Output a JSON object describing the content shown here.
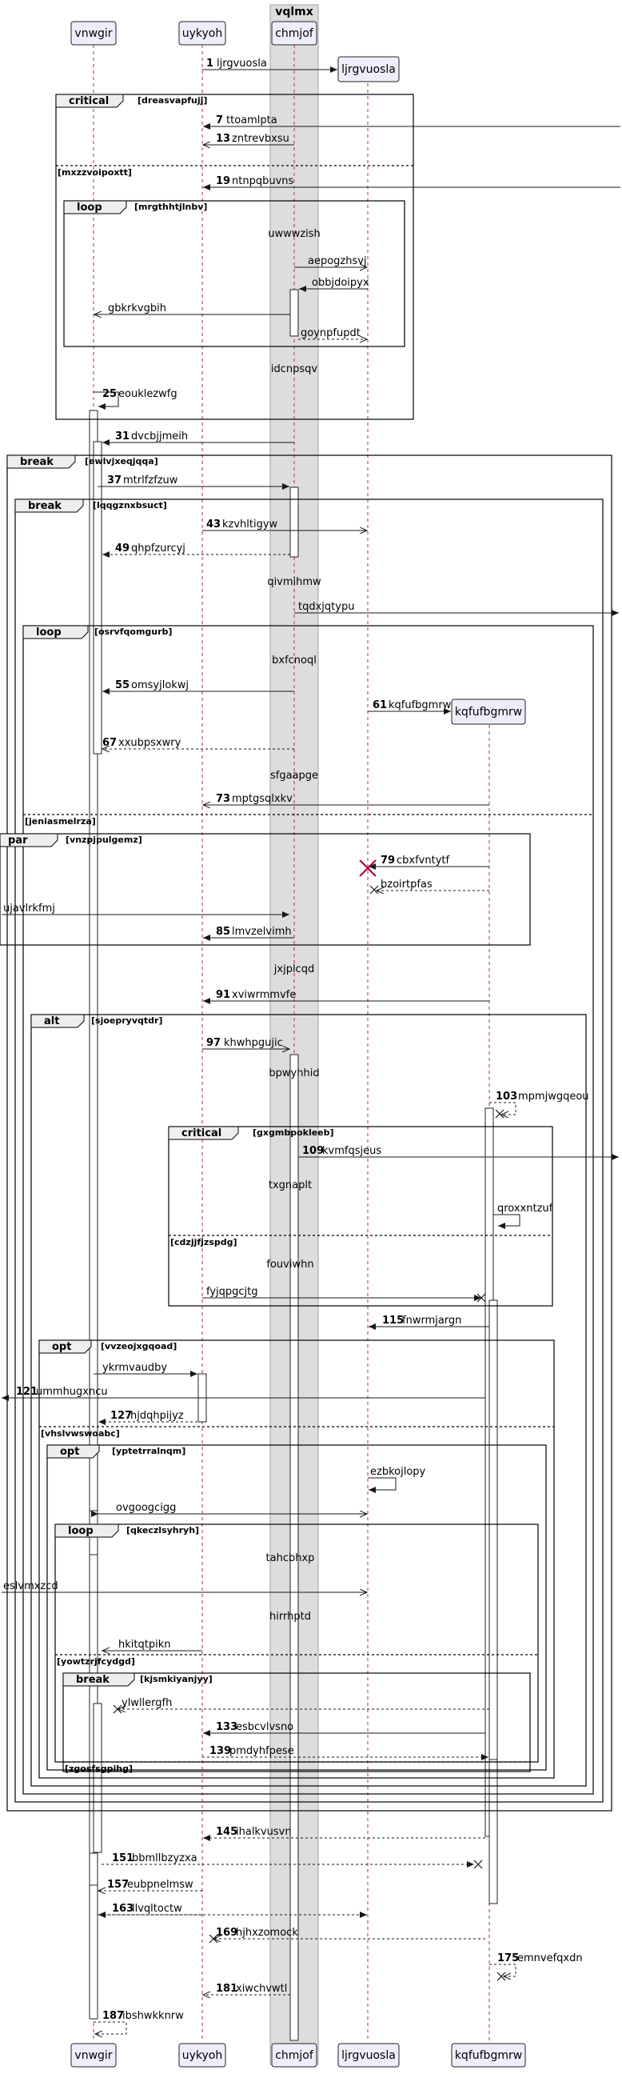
{
  "box": {
    "title": "vqlmx"
  },
  "participants": [
    {
      "id": "vnwgir",
      "name": "vnwgir"
    },
    {
      "id": "uykyoh",
      "name": "uykyoh"
    },
    {
      "id": "chmjof",
      "name": "chmjof"
    },
    {
      "id": "ljrgvuosla",
      "name": "ljrgvuosla"
    },
    {
      "id": "kqfufbgmrw",
      "name": "kqfufbgmrw"
    }
  ],
  "messages": [
    {
      "num": "1",
      "text": "ljrgvuosla"
    },
    {
      "num": "7",
      "text": "ttoamlpta"
    },
    {
      "num": "13",
      "text": "zntrevbxsu"
    },
    {
      "num": "19",
      "text": "ntnpqbuvns"
    },
    {
      "num": "",
      "text": "uwwwzish"
    },
    {
      "num": "",
      "text": "aepogzhsvj"
    },
    {
      "num": "",
      "text": "obbjdoipyx"
    },
    {
      "num": "",
      "text": "gbkrkvgbih"
    },
    {
      "num": "",
      "text": "goynpfupdt"
    },
    {
      "num": "",
      "text": "idcnpsqv"
    },
    {
      "num": "25",
      "text": "eouklezwfg"
    },
    {
      "num": "31",
      "text": "dvcbjjmeih"
    },
    {
      "num": "37",
      "text": "mtrlfzfzuw"
    },
    {
      "num": "43",
      "text": "kzvhltigyw"
    },
    {
      "num": "49",
      "text": "qhpfzurcyj"
    },
    {
      "num": "",
      "text": "qivmihmw"
    },
    {
      "num": "",
      "text": "tqdxjqtypu"
    },
    {
      "num": "",
      "text": "bxfcnoql"
    },
    {
      "num": "55",
      "text": "omsyjlokwj"
    },
    {
      "num": "61",
      "text": "kqfufbgmrw"
    },
    {
      "num": "67",
      "text": "xxubpsxwry"
    },
    {
      "num": "",
      "text": "sfgaapge"
    },
    {
      "num": "73",
      "text": "mptgsqlxkv"
    },
    {
      "num": "79",
      "text": "cbxfvntytf"
    },
    {
      "num": "",
      "text": "bzoirtpfas"
    },
    {
      "num": "",
      "text": "ujavlrkfmj"
    },
    {
      "num": "85",
      "text": "lmvzelvimh"
    },
    {
      "num": "",
      "text": "jxjplcqd"
    },
    {
      "num": "91",
      "text": "xviwrmmvfe"
    },
    {
      "num": "97",
      "text": "khwhpgujic"
    },
    {
      "num": "",
      "text": "bpwyhhid"
    },
    {
      "num": "103",
      "text": "mpmjwgqeou"
    },
    {
      "num": "109",
      "text": "kvmfqsjeus"
    },
    {
      "num": "",
      "text": "txgnaplt"
    },
    {
      "num": "",
      "text": "qroxxntzuf"
    },
    {
      "num": "",
      "text": "fouviwhn"
    },
    {
      "num": "",
      "text": "fyjqpgcjtg"
    },
    {
      "num": "115",
      "text": "fnwrmjargn"
    },
    {
      "num": "",
      "text": "ykrmvaudby"
    },
    {
      "num": "121",
      "text": "ummhugxncu"
    },
    {
      "num": "127",
      "text": "hjdqhpijyz"
    },
    {
      "num": "",
      "text": "ezbkojlopy"
    },
    {
      "num": "",
      "text": "ovgoogcigg"
    },
    {
      "num": "",
      "text": "tahcbhxp"
    },
    {
      "num": "",
      "text": "eslvmxzcd"
    },
    {
      "num": "",
      "text": "hirrhptd"
    },
    {
      "num": "",
      "text": "hkitqtpikn"
    },
    {
      "num": "",
      "text": "ylwllergfh"
    },
    {
      "num": "133",
      "text": "esbcvlvsno"
    },
    {
      "num": "139",
      "text": "pmdyhfpese"
    },
    {
      "num": "145",
      "text": "ihalkvusvn"
    },
    {
      "num": "151",
      "text": "bbmllbzyzxa"
    },
    {
      "num": "157",
      "text": "eubpnelmsw"
    },
    {
      "num": "163",
      "text": "llvqltoctw"
    },
    {
      "num": "169",
      "text": "hjhxzomock"
    },
    {
      "num": "175",
      "text": "emnvefqxdn"
    },
    {
      "num": "181",
      "text": "xiwchvwtl"
    },
    {
      "num": "187",
      "text": "ibshwkknrw"
    }
  ],
  "frames": [
    {
      "kind": "critical",
      "guard": "[dreasvapfujj]"
    },
    {
      "kind": "",
      "guard": "[mxzzvoipoxtt]"
    },
    {
      "kind": "loop",
      "guard": "[mrgthhtjlnbv]"
    },
    {
      "kind": "break",
      "guard": "[ewlvjxeqjqqa]"
    },
    {
      "kind": "break",
      "guard": "[lqqgznxbsuct]"
    },
    {
      "kind": "loop",
      "guard": "[osrvfqomgurb]"
    },
    {
      "kind": "",
      "guard": "[jeniasmelrza]"
    },
    {
      "kind": "par",
      "guard": "[vnzpjpulgemz]"
    },
    {
      "kind": "alt",
      "guard": "[sjoepryvqtdr]"
    },
    {
      "kind": "critical",
      "guard": "[gxgmbpokleeb]"
    },
    {
      "kind": "",
      "guard": "[cdzjjfjzspdg]"
    },
    {
      "kind": "opt",
      "guard": "[vvzeojxgqoad]"
    },
    {
      "kind": "",
      "guard": "[vhslvwswoabc]"
    },
    {
      "kind": "opt",
      "guard": "[yptetrralnqm]"
    },
    {
      "kind": "loop",
      "guard": "[qkeczlsyhryh]"
    },
    {
      "kind": "",
      "guard": "[yowtzrjfcydgd]"
    },
    {
      "kind": "break",
      "guard": "[kjsmkiyanjyy]"
    },
    {
      "kind": "",
      "guard": "[zgosfsgpihg]"
    }
  ]
}
